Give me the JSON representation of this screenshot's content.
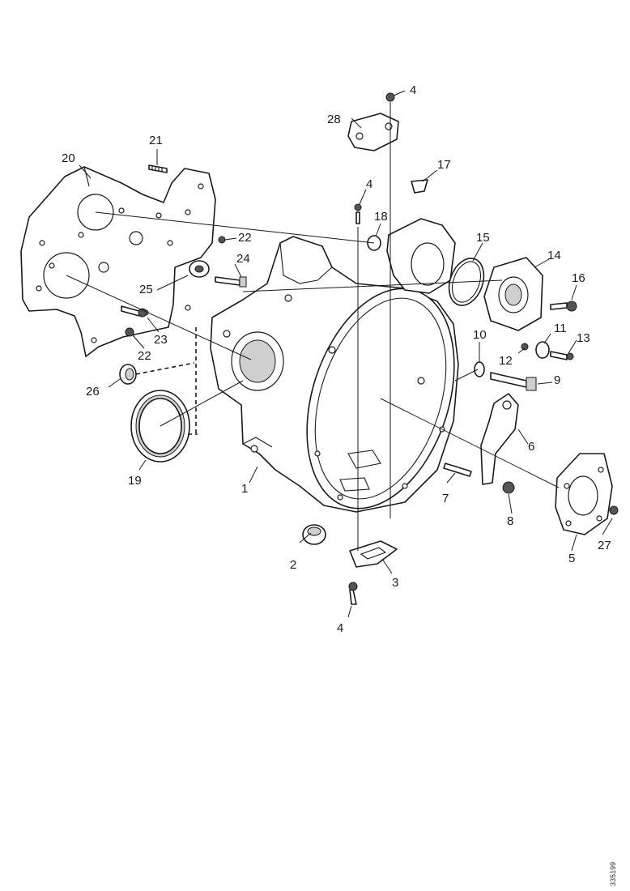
{
  "figure": {
    "reference_code": "335199",
    "callouts": [
      {
        "id": "c1",
        "label": "1"
      },
      {
        "id": "c2",
        "label": "2"
      },
      {
        "id": "c3",
        "label": "3"
      },
      {
        "id": "c4a",
        "label": "4"
      },
      {
        "id": "c4b",
        "label": "4"
      },
      {
        "id": "c4c",
        "label": "4"
      },
      {
        "id": "c5",
        "label": "5"
      },
      {
        "id": "c6",
        "label": "6"
      },
      {
        "id": "c7",
        "label": "7"
      },
      {
        "id": "c8",
        "label": "8"
      },
      {
        "id": "c9",
        "label": "9"
      },
      {
        "id": "c10",
        "label": "10"
      },
      {
        "id": "c11",
        "label": "11"
      },
      {
        "id": "c12",
        "label": "12"
      },
      {
        "id": "c13",
        "label": "13"
      },
      {
        "id": "c14",
        "label": "14"
      },
      {
        "id": "c15",
        "label": "15"
      },
      {
        "id": "c16",
        "label": "16"
      },
      {
        "id": "c17",
        "label": "17"
      },
      {
        "id": "c18",
        "label": "18"
      },
      {
        "id": "c19",
        "label": "19"
      },
      {
        "id": "c20",
        "label": "20"
      },
      {
        "id": "c21",
        "label": "21"
      },
      {
        "id": "c22a",
        "label": "22"
      },
      {
        "id": "c22b",
        "label": "22"
      },
      {
        "id": "c23",
        "label": "23"
      },
      {
        "id": "c24",
        "label": "24"
      },
      {
        "id": "c25",
        "label": "25"
      },
      {
        "id": "c26",
        "label": "26"
      },
      {
        "id": "c27",
        "label": "27"
      },
      {
        "id": "c28",
        "label": "28"
      }
    ]
  }
}
